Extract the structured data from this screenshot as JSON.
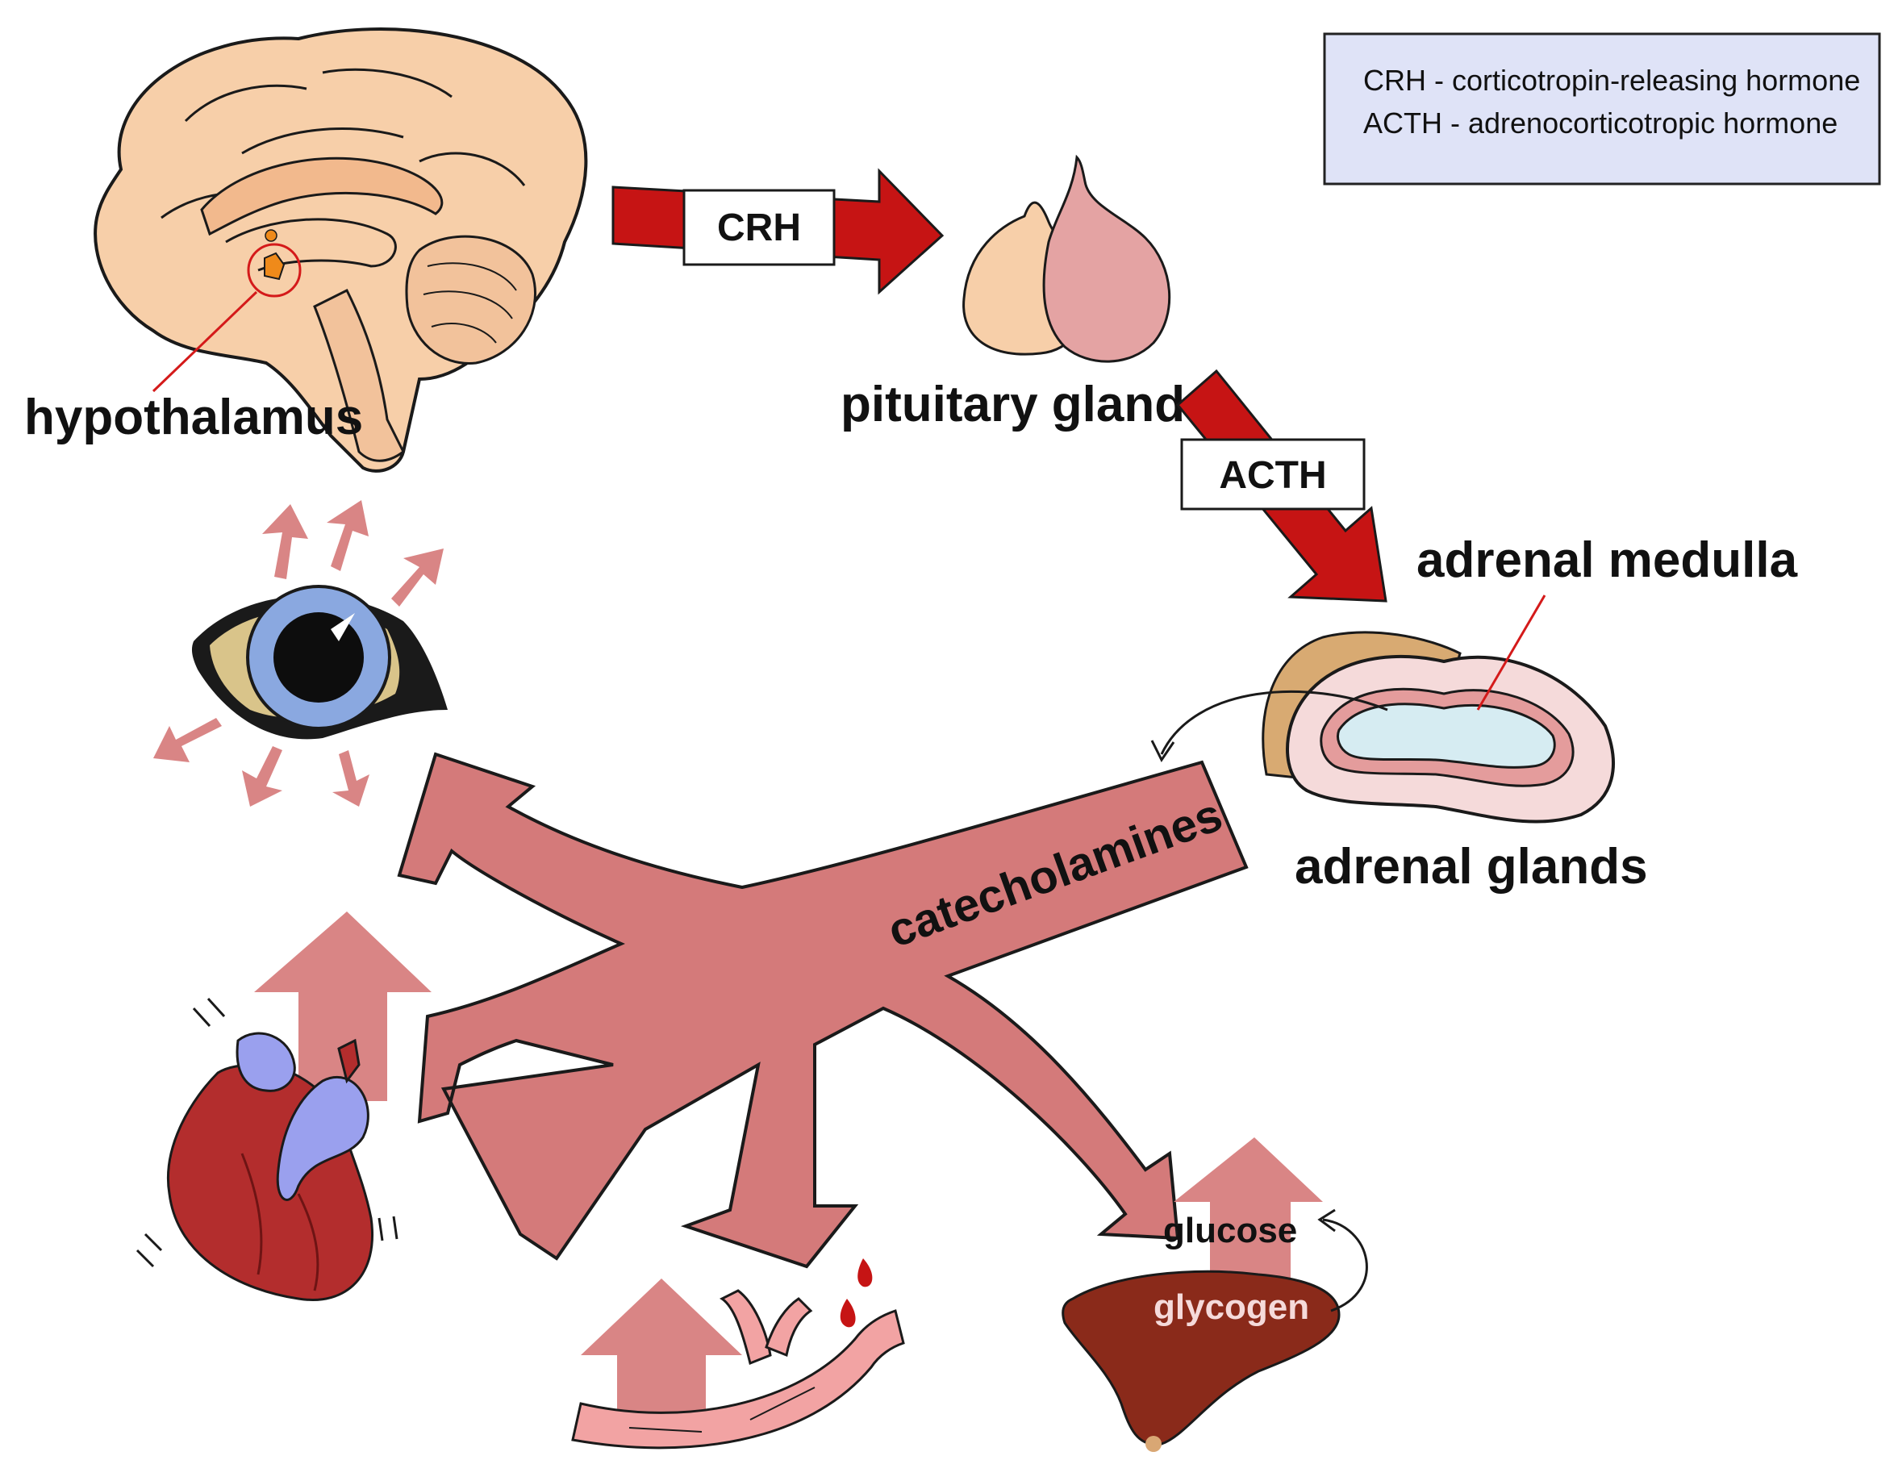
{
  "legend": {
    "line1": "CRH - corticotropin-releasing hormone",
    "line2": "ACTH - adrenocorticotropic hormone"
  },
  "labels": {
    "hypothalamus": "hypothalamus",
    "pituitary": "pituitary gland",
    "adrenal_medulla": "adrenal medulla",
    "adrenal_glands": "adrenal glands",
    "catecholamines": "catecholamines",
    "glucose": "glucose",
    "glycogen": "glycogen"
  },
  "arrows": {
    "crh": "CRH",
    "acth": "ACTH"
  },
  "colors": {
    "hormone_arrow": "#c61414",
    "catecholamine_arrow": "#d47a7a",
    "effect_arrow": "#d98585",
    "legend_fill": "#dfe3f7",
    "brain": "#f7cfa9",
    "medulla": "#d6ecf2",
    "heart": "#b32d2d",
    "liver": "#8a2a1a"
  },
  "icons": [
    "brain-icon",
    "pituitary-gland-icon",
    "adrenal-gland-icon",
    "eye-icon",
    "heart-icon",
    "blood-vessel-icon",
    "liver-icon"
  ]
}
